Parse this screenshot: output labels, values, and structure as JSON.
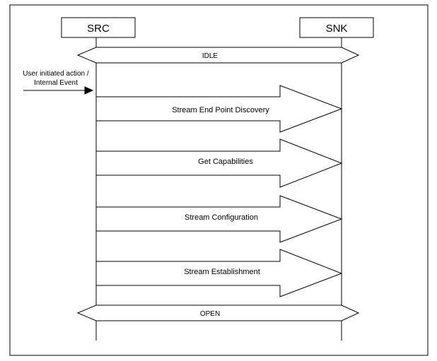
{
  "participants": {
    "src": "SRC",
    "snk": "SNK"
  },
  "states": {
    "idle": "IDLE",
    "open": "OPEN"
  },
  "trigger": {
    "line1": "User initiated action /",
    "line2": "Internal Event"
  },
  "steps": [
    {
      "label": "Stream End Point Discovery"
    },
    {
      "label": "Get Capabilities"
    },
    {
      "label": "Stream Configuration"
    },
    {
      "label": "Stream Establishment"
    }
  ]
}
